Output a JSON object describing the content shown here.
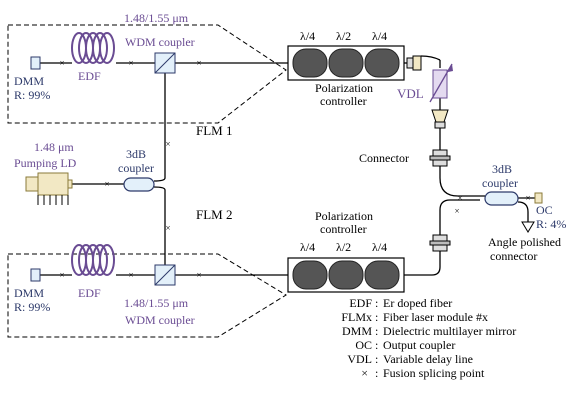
{
  "colors": {
    "line": "#000000",
    "purple": "#6a4c93",
    "navy": "#2d3a6a",
    "coupler_fill": "#e3f0fa",
    "coupler_stroke": "#2d3a6a",
    "ld_fill": "#f2e8c4",
    "paddle_fill": "#555555",
    "vdl_fill": "#e4daf0",
    "connector_fill": "#dddddd"
  },
  "flm1": {
    "label": "FLM 1",
    "dmm_label": "DMM",
    "dmm_reflectivity": "R: 99%",
    "edf_label": "EDF",
    "wdm_wavelengths": "1.48/1.55 μm",
    "wdm_label": "WDM coupler",
    "pc_label_1": "Polarization",
    "pc_label_2": "controller",
    "waveplates": [
      "λ/4",
      "λ/2",
      "λ/4"
    ]
  },
  "flm2": {
    "label": "FLM 2",
    "dmm_label": "DMM",
    "dmm_reflectivity": "R: 99%",
    "edf_label": "EDF",
    "wdm_wavelengths": "1.48/1.55 μm",
    "wdm_label": "WDM coupler",
    "pc_label_1": "Polarization",
    "pc_label_2": "controller",
    "waveplates": [
      "λ/4",
      "λ/2",
      "λ/4"
    ]
  },
  "pump": {
    "wavelength": "1.48 μm",
    "label": "Pumping LD"
  },
  "coupler_left": {
    "line1": "3dB",
    "line2": "coupler"
  },
  "coupler_right": {
    "line1": "3dB",
    "line2": "coupler"
  },
  "vdl_label": "VDL",
  "connector_label": "Connector",
  "output": {
    "label": "OC",
    "reflectivity": "R: 4%"
  },
  "angle_connector": {
    "line1": "Angle polished",
    "line2": "connector"
  },
  "legend": [
    {
      "abbr": "EDF",
      "sep": ":",
      "desc": "Er doped fiber"
    },
    {
      "abbr": "FLMx",
      "sep": ":",
      "desc": "Fiber laser module #x"
    },
    {
      "abbr": "DMM",
      "sep": ":",
      "desc": "Dielectric multilayer mirror"
    },
    {
      "abbr": "OC",
      "sep": ":",
      "desc": "Output coupler"
    },
    {
      "abbr": "VDL",
      "sep": ":",
      "desc": "Variable delay line"
    },
    {
      "abbr": "×",
      "sep": ":",
      "desc": "Fusion splicing point"
    }
  ]
}
